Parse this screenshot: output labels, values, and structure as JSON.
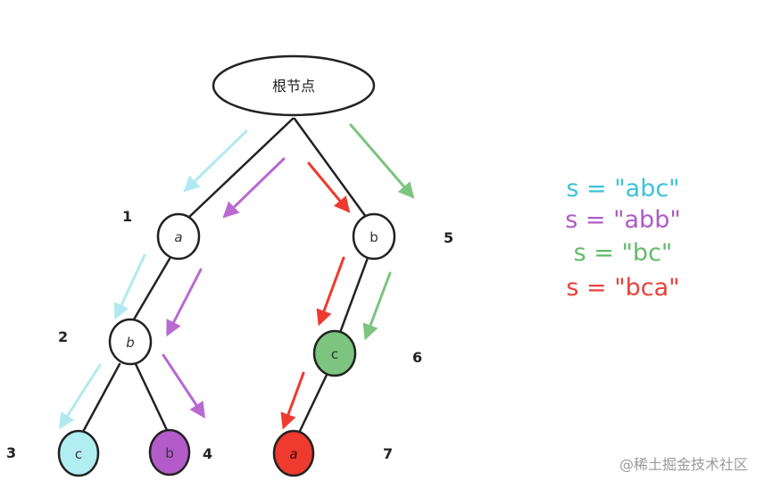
{
  "root": {
    "label": "根节点"
  },
  "nodes": [
    {
      "id": "1",
      "label": "a",
      "number": "1",
      "fill": "#ffffff"
    },
    {
      "id": "2",
      "label": "b",
      "number": "2",
      "fill": "#ffffff"
    },
    {
      "id": "3",
      "label": "c",
      "number": "3",
      "fill": "#b0eef2"
    },
    {
      "id": "4",
      "label": "b",
      "number": "4",
      "fill": "#b35bc8"
    },
    {
      "id": "5",
      "label": "b",
      "number": "5",
      "fill": "#ffffff"
    },
    {
      "id": "6",
      "label": "c",
      "number": "6",
      "fill": "#7cc47f"
    },
    {
      "id": "7",
      "label": "a",
      "number": "7",
      "fill": "#ee3a2f"
    }
  ],
  "legend": [
    {
      "text": "s = \"abc\"",
      "color": "#3cc3d8"
    },
    {
      "text": "s = \"abb\"",
      "color": "#b05ac6"
    },
    {
      "text": "s = \"bc\"",
      "color": "#62bb6b"
    },
    {
      "text": "s = \"bca\"",
      "color": "#e8423a"
    }
  ],
  "colors": {
    "cyan": "#b0eaf0",
    "purple": "#b86ad0",
    "green": "#7cc47f",
    "red": "#ee3a2f"
  },
  "watermark": "@稀土掘金技术社区"
}
